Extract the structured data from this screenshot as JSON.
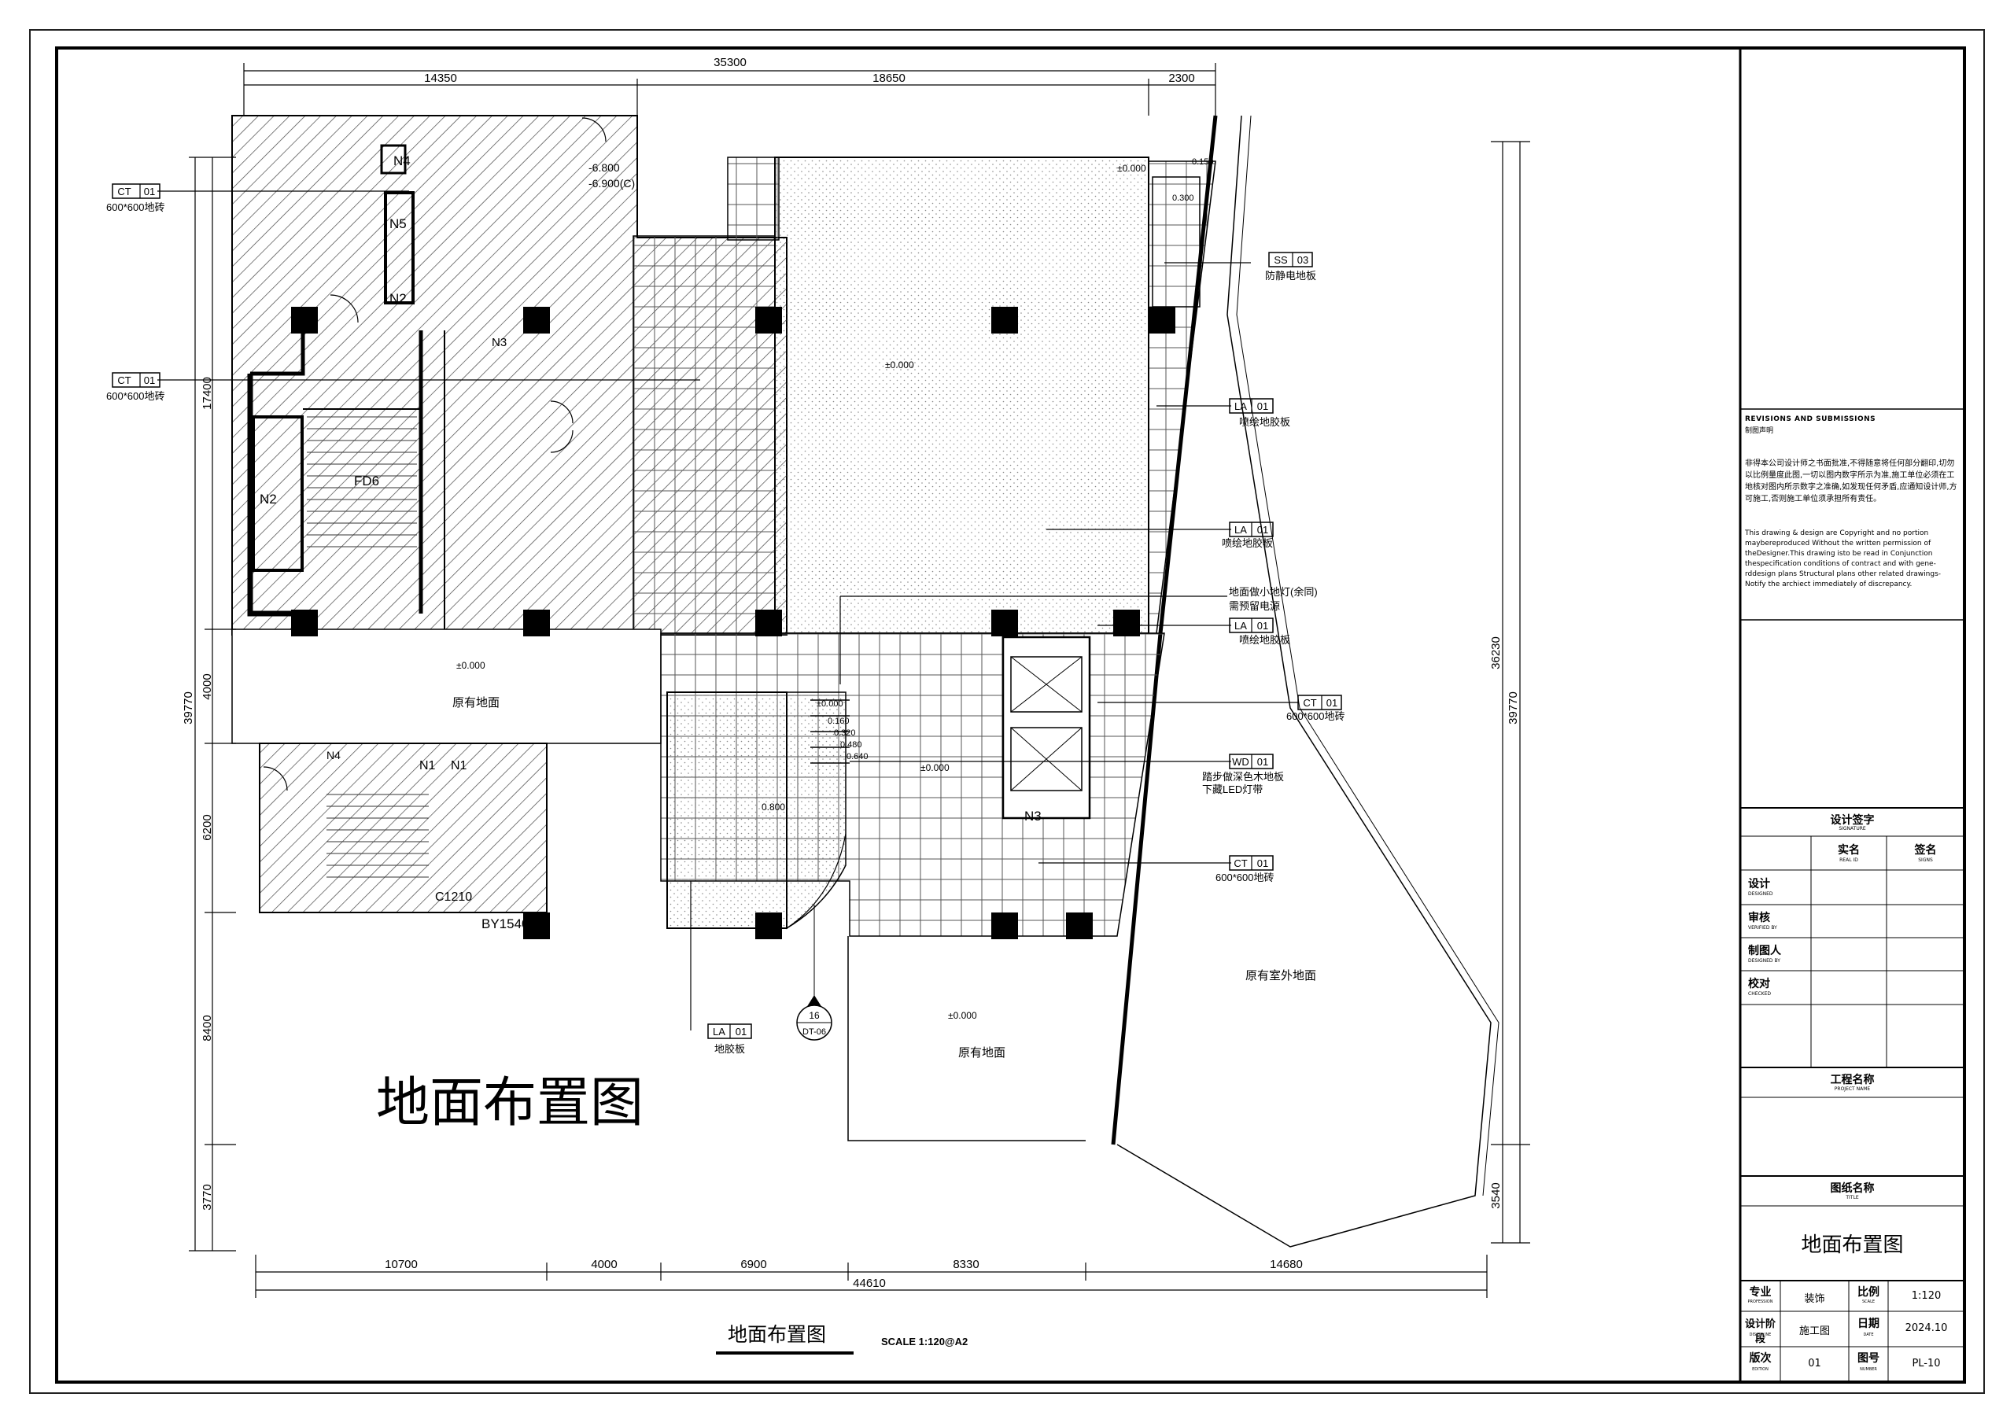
{
  "dims_top": {
    "total": "35300",
    "segments": [
      "14350",
      "18650",
      "2300"
    ]
  },
  "dims_bottom": {
    "segments": [
      "10700",
      "4000",
      "6900",
      "8330",
      "14680"
    ],
    "total": "44610"
  },
  "dims_left": {
    "segments": [
      "17400",
      "4000",
      "6200",
      "8400",
      "3770"
    ],
    "total": "39770"
  },
  "dims_right": {
    "segments": [
      "36230",
      "3540"
    ],
    "total": "39770"
  },
  "tags": {
    "ct01": "CT",
    "ct01_num": "01",
    "la01": "LA",
    "la01_num": "01",
    "ss03": "SS",
    "ss03_num": "03",
    "wd01": "WD",
    "wd01_num": "01"
  },
  "notes": {
    "tile600": "600*600地砖",
    "antistatic": "防静电地板",
    "spray_rubber": "喷绘地胶板",
    "floor_light_1": "地面做小地灯(余同)",
    "floor_light_2": "需预留电源",
    "step_wood_1": "踏步做深色木地板",
    "step_wood_2": "下藏LED灯带",
    "rubber_floor": "地胶板"
  },
  "levels": {
    "zero": "±0.000",
    "l0800": "0.800",
    "l0300": "0.300",
    "l0150": "0.150",
    "minus6800": "-6.800",
    "minus6900": "-6.900(C)",
    "l0160": "0.160",
    "l0320": "0.320",
    "l0480": "0.480",
    "l0640": "0.640"
  },
  "rooms": {
    "existing_floor": "原有地面",
    "existing_outdoor": "原有室外地面"
  },
  "marks": {
    "n2": "N2",
    "n5": "N5",
    "n4": "N4",
    "n3": "N3",
    "n1": "N1",
    "fd6": "FD6",
    "c1210": "C1210",
    "by1540": "BY1540",
    "section_num": "16",
    "section_ref": "DT-06"
  },
  "big_title": "地面布置图",
  "footer": {
    "title": "地面布置图",
    "scale": "SCALE  1:120@A2"
  },
  "title_block": {
    "revisions_en": "REVISIONS AND SUBMISSIONS",
    "revisions_cn": "制图声明",
    "notice_cn": "非得本公司设计师之书面批准,不得随意将任何部分翻印,切勿以比例量度此图,一切以图内数字所示为准,施工单位必须在工地核对图内所示数字之准确,如发现任何矛盾,应通知设计师,方可施工,否则施工单位须承担所有责任。",
    "notice_en": "This drawing & design are Copyright and no portion maybereproduced Without the written permission of theDesigner.This drawing isto be read in Conjunction thespecification conditions of contract and with gene-rddesign plans Structural plans other related drawings-Notify the archiect immediately of discrepancy.",
    "sign_cn": "设计签字",
    "sign_en": "SIGNATURE",
    "real_name_cn": "实名",
    "real_name_en": "REAL ID",
    "signname_cn": "签名",
    "signname_en": "SIGNS",
    "design_cn": "设计",
    "design_en": "DESIGNED",
    "verify_cn": "审核",
    "verify_en": "VERIFIED BY",
    "drafter_cn": "制图人",
    "drafter_en": "DESIGNED BY",
    "check_cn": "校对",
    "check_en": "CHECKED",
    "project_cn": "工程名称",
    "project_en": "PROJECT NAME",
    "drawing_cn": "图纸名称",
    "drawing_en": "TITLE",
    "drawing_name": "地面布置图",
    "profession_cn": "专业",
    "profession_en": "PROFESSION",
    "profession_val": "装饰",
    "scale_cn": "比例",
    "scale_en": "SCALE",
    "scale_val": "1:120",
    "stage_cn": "设计阶段",
    "stage_en": "DISCIPLINE",
    "stage_val": "施工图",
    "date_cn": "日期",
    "date_en": "DATE",
    "date_val": "2024.10",
    "edition_cn": "版次",
    "edition_en": "EDITION",
    "edition_val": "01",
    "number_cn": "图号",
    "number_en": "NUMBER",
    "number_val": "PL-10"
  }
}
